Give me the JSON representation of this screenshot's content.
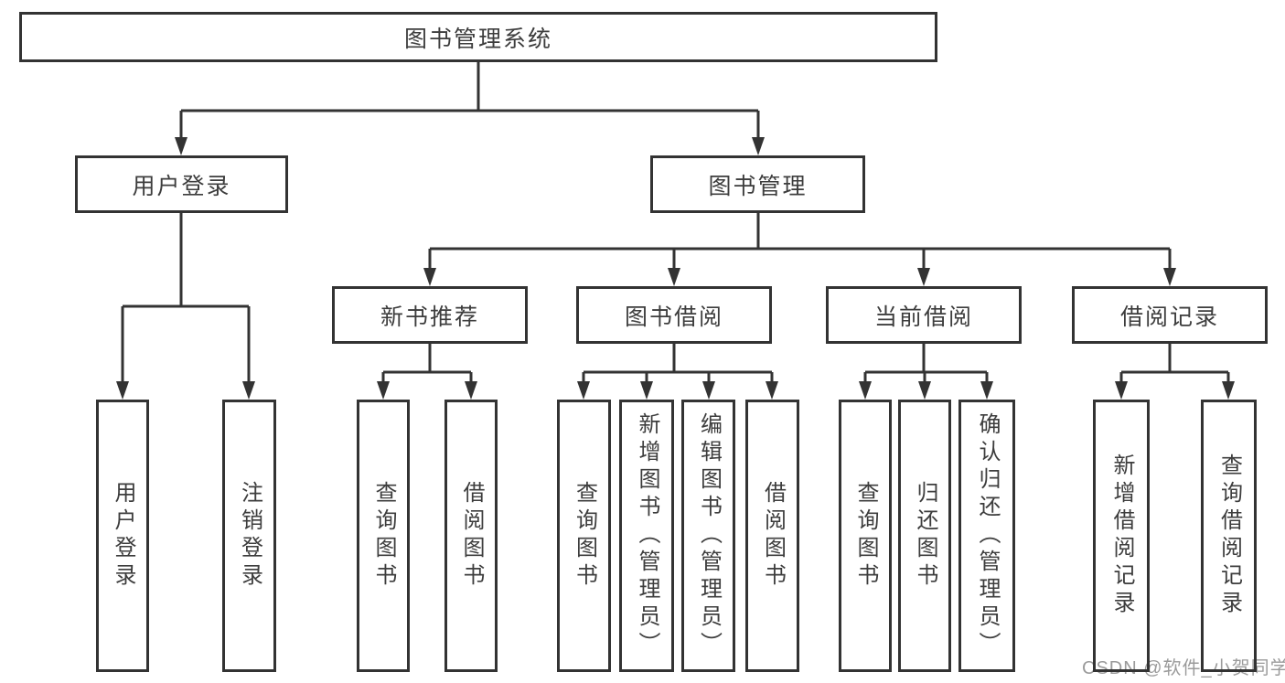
{
  "diagram": {
    "title": "图书管理系统",
    "type": "functional-structure-tree",
    "nodes": {
      "root": "图书管理系统",
      "user_login": "用户登录",
      "book_mgmt": "图书管理",
      "new_book_rec": "新书推荐",
      "book_borrow": "图书借阅",
      "current_borrow": "当前借阅",
      "borrow_records": "借阅记录",
      "leaf_user_login": "用户登录",
      "leaf_logout": "注销登录",
      "leaf_query_book_1": "查询图书",
      "leaf_borrow_book_1": "借阅图书",
      "leaf_query_book_2": "查询图书",
      "leaf_add_book": "新增图书（管理员）",
      "leaf_edit_book": "编辑图书（管理员）",
      "leaf_borrow_book_2": "借阅图书",
      "leaf_query_book_3": "查询图书",
      "leaf_return_book": "归还图书",
      "leaf_confirm_return": "确认归还（管理员）",
      "leaf_add_record": "新增借阅记录",
      "leaf_query_record": "查询借阅记录"
    },
    "hierarchy": {
      "图书管理系统": {
        "用户登录": [
          "用户登录",
          "注销登录"
        ],
        "图书管理": {
          "新书推荐": [
            "查询图书",
            "借阅图书"
          ],
          "图书借阅": [
            "查询图书",
            "新增图书（管理员）",
            "编辑图书（管理员）",
            "借阅图书"
          ],
          "当前借阅": [
            "查询图书",
            "归还图书",
            "确认归还（管理员）"
          ],
          "借阅记录": [
            "新增借阅记录",
            "查询借阅记录"
          ]
        }
      }
    }
  },
  "watermark": "CSDN @软件_小贺同学",
  "colors": {
    "line": "#333333",
    "box_border": "#333333",
    "text": "#3d3d3d",
    "watermark": "#9b9b9b",
    "background": "#ffffff"
  }
}
